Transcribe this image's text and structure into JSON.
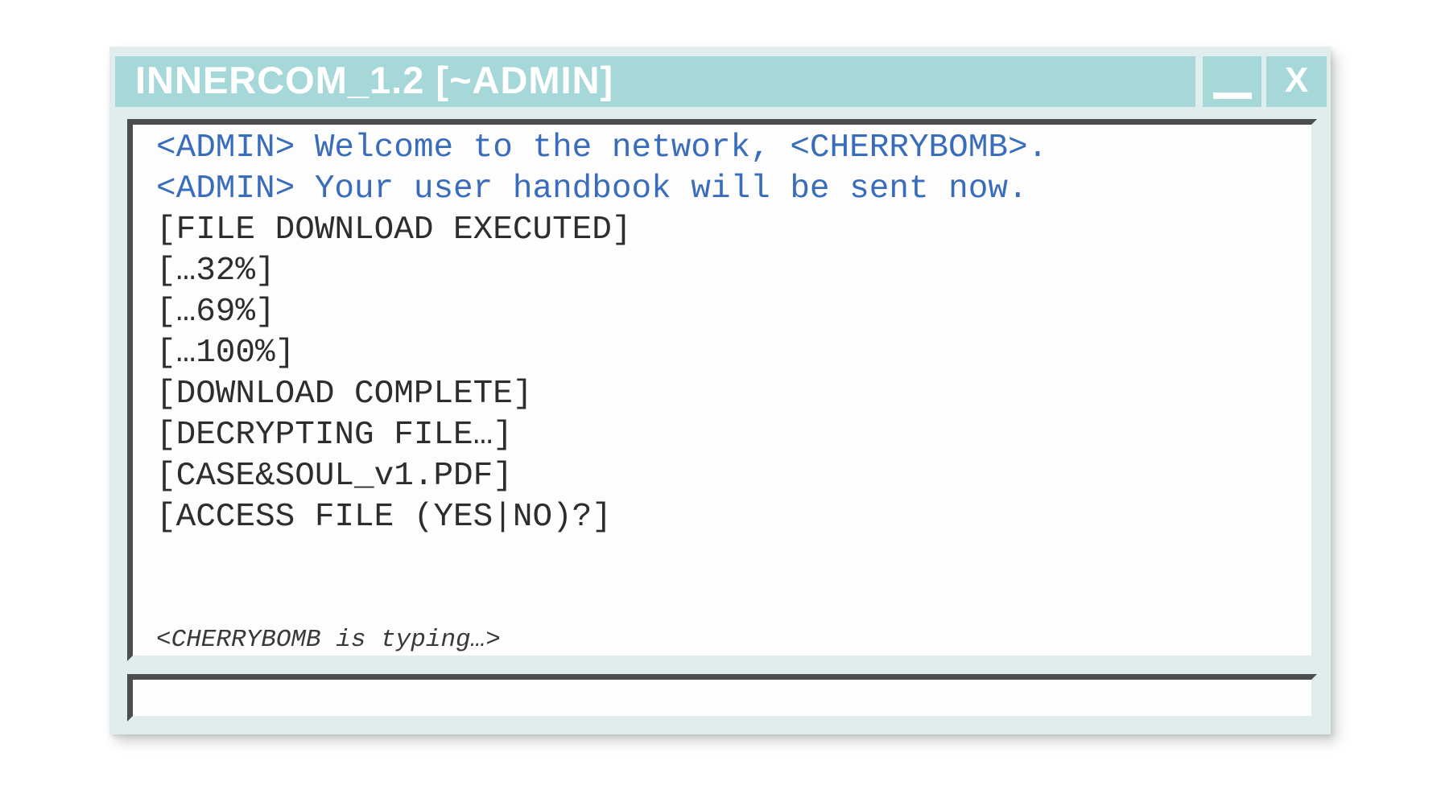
{
  "window": {
    "title": "INNERCOM_1.2 [~ADMIN]",
    "controls": {
      "minimize_icon": "minimize-icon",
      "close_label": "X"
    }
  },
  "chat": {
    "messages": [
      {
        "type": "admin",
        "text": "<ADMIN> Welcome to the network, <CHERRYBOMB>."
      },
      {
        "type": "admin",
        "text": "<ADMIN> Your user handbook will be sent now."
      },
      {
        "type": "system",
        "text": "[FILE DOWNLOAD EXECUTED]"
      },
      {
        "type": "system",
        "text": "[…32%]"
      },
      {
        "type": "system",
        "text": "[…69%]"
      },
      {
        "type": "system",
        "text": "[…100%]"
      },
      {
        "type": "system",
        "text": "[DOWNLOAD COMPLETE]"
      },
      {
        "type": "system",
        "text": "[DECRYPTING FILE…]"
      },
      {
        "type": "system",
        "text": "[CASE&SOUL_v1.PDF]"
      },
      {
        "type": "system",
        "text": "[ACCESS FILE (YES|NO)?]"
      }
    ],
    "typing_indicator": "<CHERRYBOMB is typing…>"
  },
  "input": {
    "value": ""
  },
  "colors": {
    "titlebar_teal": "#a6d8da",
    "window_mint": "#e0edec",
    "panel_border_dark": "#4b4d4f",
    "admin_text_blue": "#3a6cbc",
    "system_text": "#2e2d2b",
    "title_text": "#ffffff"
  }
}
